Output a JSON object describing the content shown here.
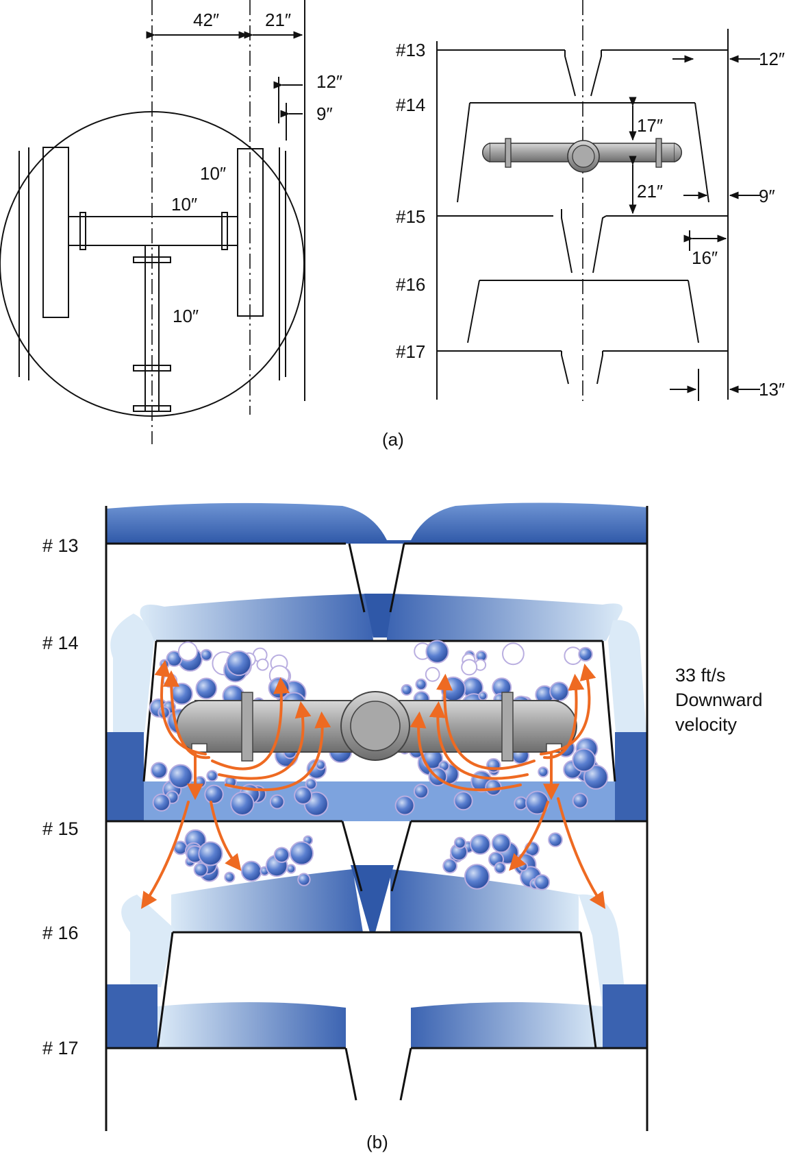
{
  "panel_a": {
    "caption": "(a)",
    "top_view": {
      "dims": {
        "d42": "42″",
        "d21": "21″",
        "d12": "12″",
        "d9": "9″"
      },
      "pipe_labels": {
        "p1": "10″",
        "p2": "10″",
        "p3": "10″"
      }
    },
    "side_view": {
      "trays": [
        "#13",
        "#14",
        "#15",
        "#16",
        "#17"
      ],
      "dims": {
        "d12": "12″",
        "d17": "17″",
        "d21": "21″",
        "d9": "9″",
        "d16": "16″",
        "d13": "13″"
      }
    }
  },
  "panel_b": {
    "caption": "(b)",
    "trays": [
      "# 13",
      "# 14",
      "# 15",
      "# 16",
      "# 17"
    ],
    "velocity_note": [
      "33 ft/s",
      "Downward",
      "velocity"
    ],
    "colors": {
      "liquid_dark": "#3a62b0",
      "liquid_light": "#cfe3f5",
      "bubble": "#4a6fc4",
      "arrow": "#ee6a22",
      "pipe": "#9a9a9a"
    }
  }
}
